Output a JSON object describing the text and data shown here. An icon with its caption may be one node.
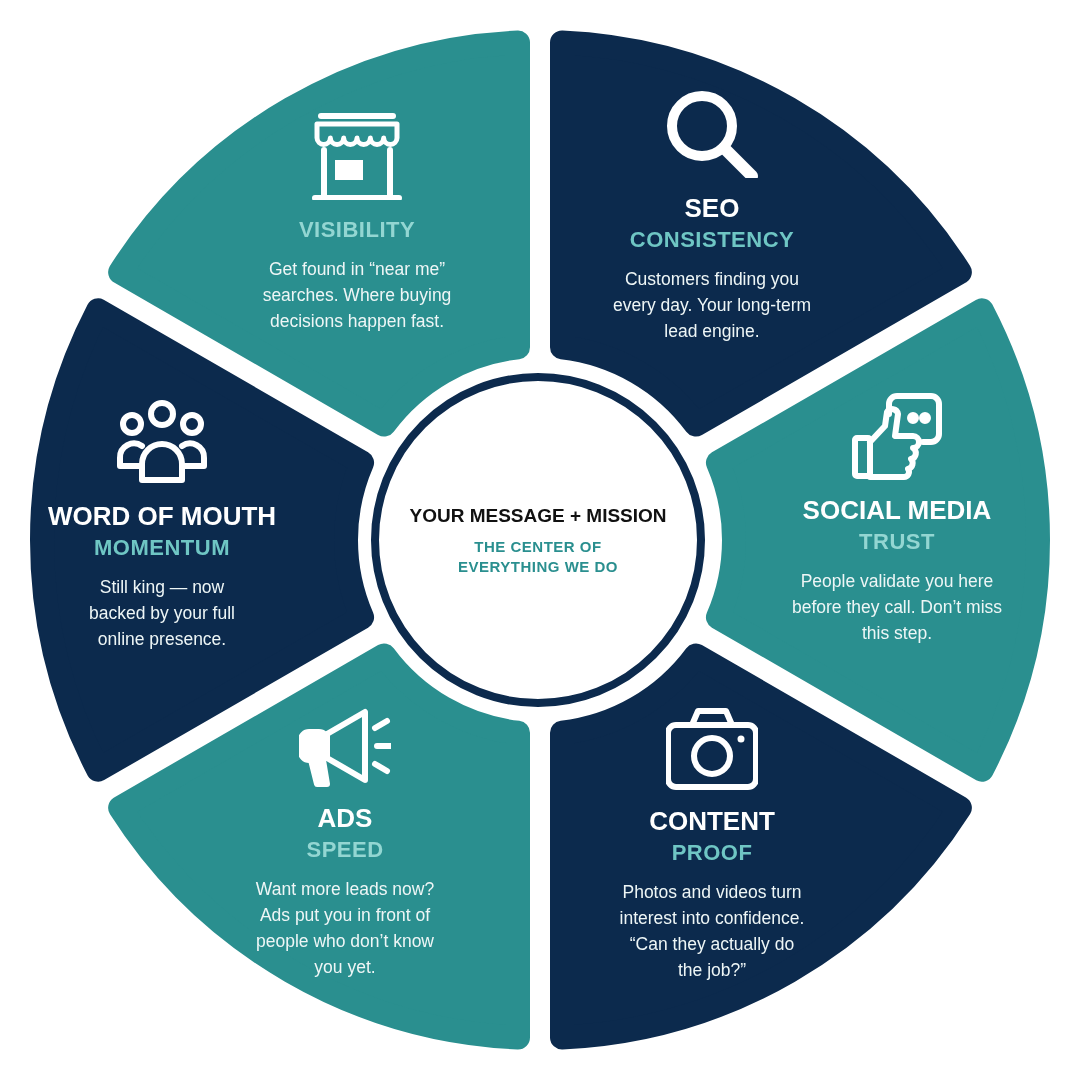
{
  "diagram": {
    "nodes": [
      {
        "text": [
          "VISIBILITY",
          "Get found in “near me” searches. Where buying decisions happen fast."
        ]
      },
      {
        "text": [
          "SEO",
          "CONSISTENCY",
          "Customers finding you every day. Your long-term lead engine."
        ]
      },
      {
        "text": [
          "WORD OF MOUTH",
          "MOMENTUM",
          "Still king — now backed by your full online presence."
        ]
      },
      {
        "text": [
          "YOUR MESSAGE + MISSION",
          "THE CENTER OF EVERYTHING WE DO"
        ]
      },
      {
        "text": [
          "SOCIAL MEDIA",
          "TRUST",
          "People validate you here before they call. Don’t miss this step."
        ]
      },
      {
        "text": [
          "ADS",
          "SPEED",
          "Want more leads now? Ads put you in front of people who don’t know you yet."
        ]
      },
      {
        "text": [
          "CONTENT",
          "PROOF",
          "Photos and videos turn interest into confidence. “Can they actually do the job?”"
        ]
      }
    ]
  }
}
